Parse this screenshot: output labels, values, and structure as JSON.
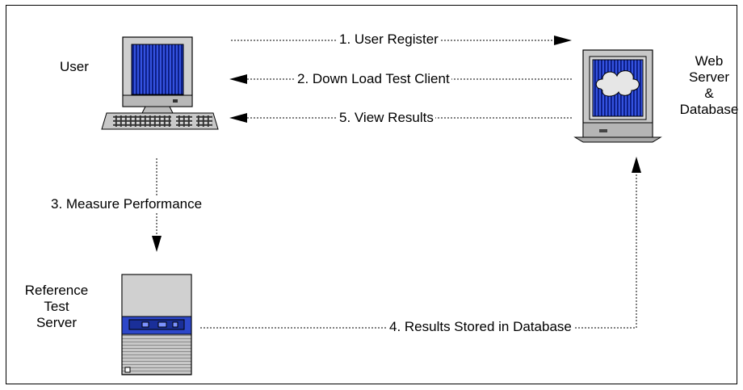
{
  "nodes": {
    "user": "User",
    "web_server": {
      "line1": "Web",
      "line2": "Server",
      "line3": "&",
      "line4": "Database"
    },
    "reference_server": {
      "line1": "Reference",
      "line2": "Test",
      "line3": "Server"
    }
  },
  "edges": {
    "step1": "1. User Register",
    "step2": "2. Down Load Test Client",
    "step3": "3. Measure Performance",
    "step4": "4. Results Stored in Database",
    "step5": "5. View Results"
  },
  "colors": {
    "screen_blue": "#1f3fd6",
    "screen_dark": "#0a1a7a",
    "device_gray": "#c8c8c8",
    "line": "#000000"
  },
  "icons": {
    "user": "desktop-computer-icon",
    "web_server": "server-monitor-cloud-icon",
    "reference_server": "tower-server-icon"
  }
}
